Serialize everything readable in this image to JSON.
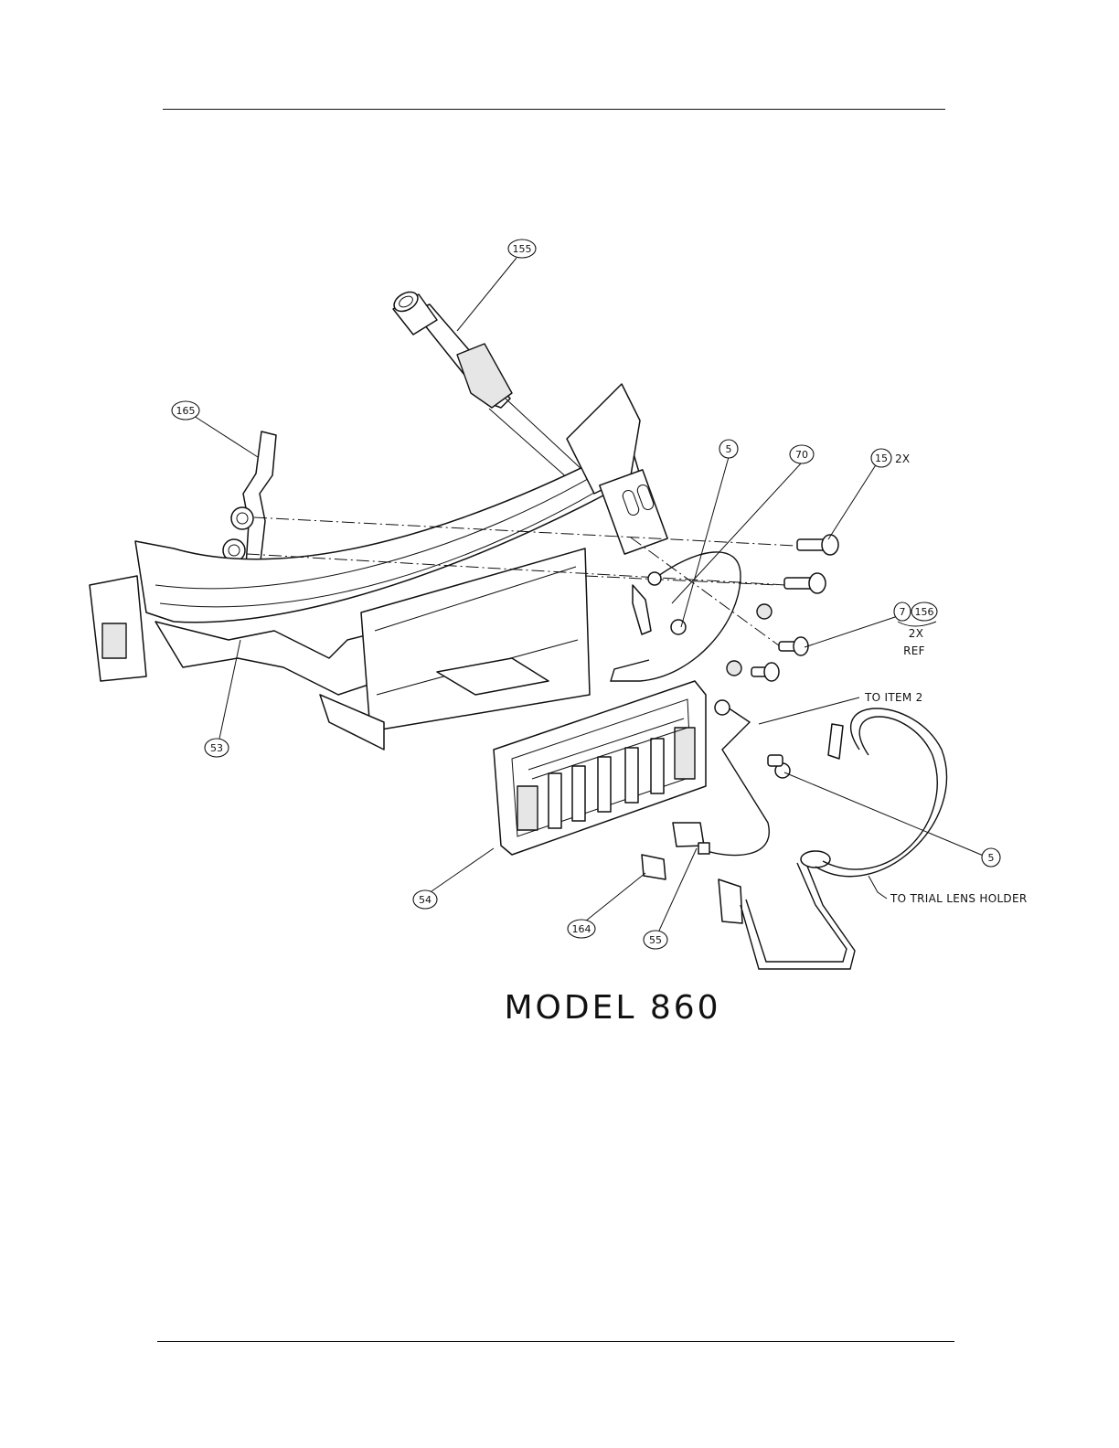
{
  "drawing_title": "MODEL 860",
  "callouts": [
    {
      "id": "c155",
      "label": "155"
    },
    {
      "id": "c165",
      "label": "165"
    },
    {
      "id": "c5a",
      "label": "5"
    },
    {
      "id": "c70",
      "label": "70"
    },
    {
      "id": "c15",
      "label": "15",
      "qty": "2X"
    },
    {
      "id": "c7",
      "label": "7"
    },
    {
      "id": "c156",
      "label": "156",
      "qty": "2X",
      "note": "REF"
    },
    {
      "id": "c53",
      "label": "53"
    },
    {
      "id": "c5b",
      "label": "5"
    },
    {
      "id": "c54",
      "label": "54"
    },
    {
      "id": "c164",
      "label": "164"
    },
    {
      "id": "c55",
      "label": "55"
    }
  ],
  "notes": {
    "to_item": "TO ITEM 2",
    "to_trial_lens": "TO TRIAL LENS HOLDER"
  }
}
